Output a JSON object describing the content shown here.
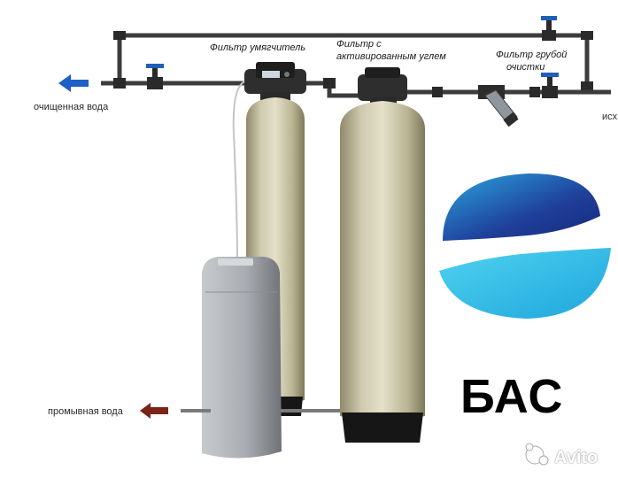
{
  "labels": {
    "softener_filter": "Фильтр умягчитель",
    "carbon_filter_line1": "Фильтр с",
    "carbon_filter_line2": "активированным углем",
    "coarse_filter_line1": "Фильтр грубой",
    "coarse_filter_line2": "очистки",
    "clean_water": "очищенная вода",
    "source_water": "исх",
    "wash_water": "промывная вода"
  },
  "brand": {
    "name": "БАС",
    "wave_top_color": "#1f3f9a",
    "wave_bottom_color": "#2fb8e6"
  },
  "watermark": {
    "text": "Avito"
  },
  "colors": {
    "pipe": "#3c3c3c",
    "tank": "#cfcab0",
    "brine": "#9a9ea4",
    "arrow_blue": "#1f5fc8",
    "arrow_red": "#7a2418"
  }
}
